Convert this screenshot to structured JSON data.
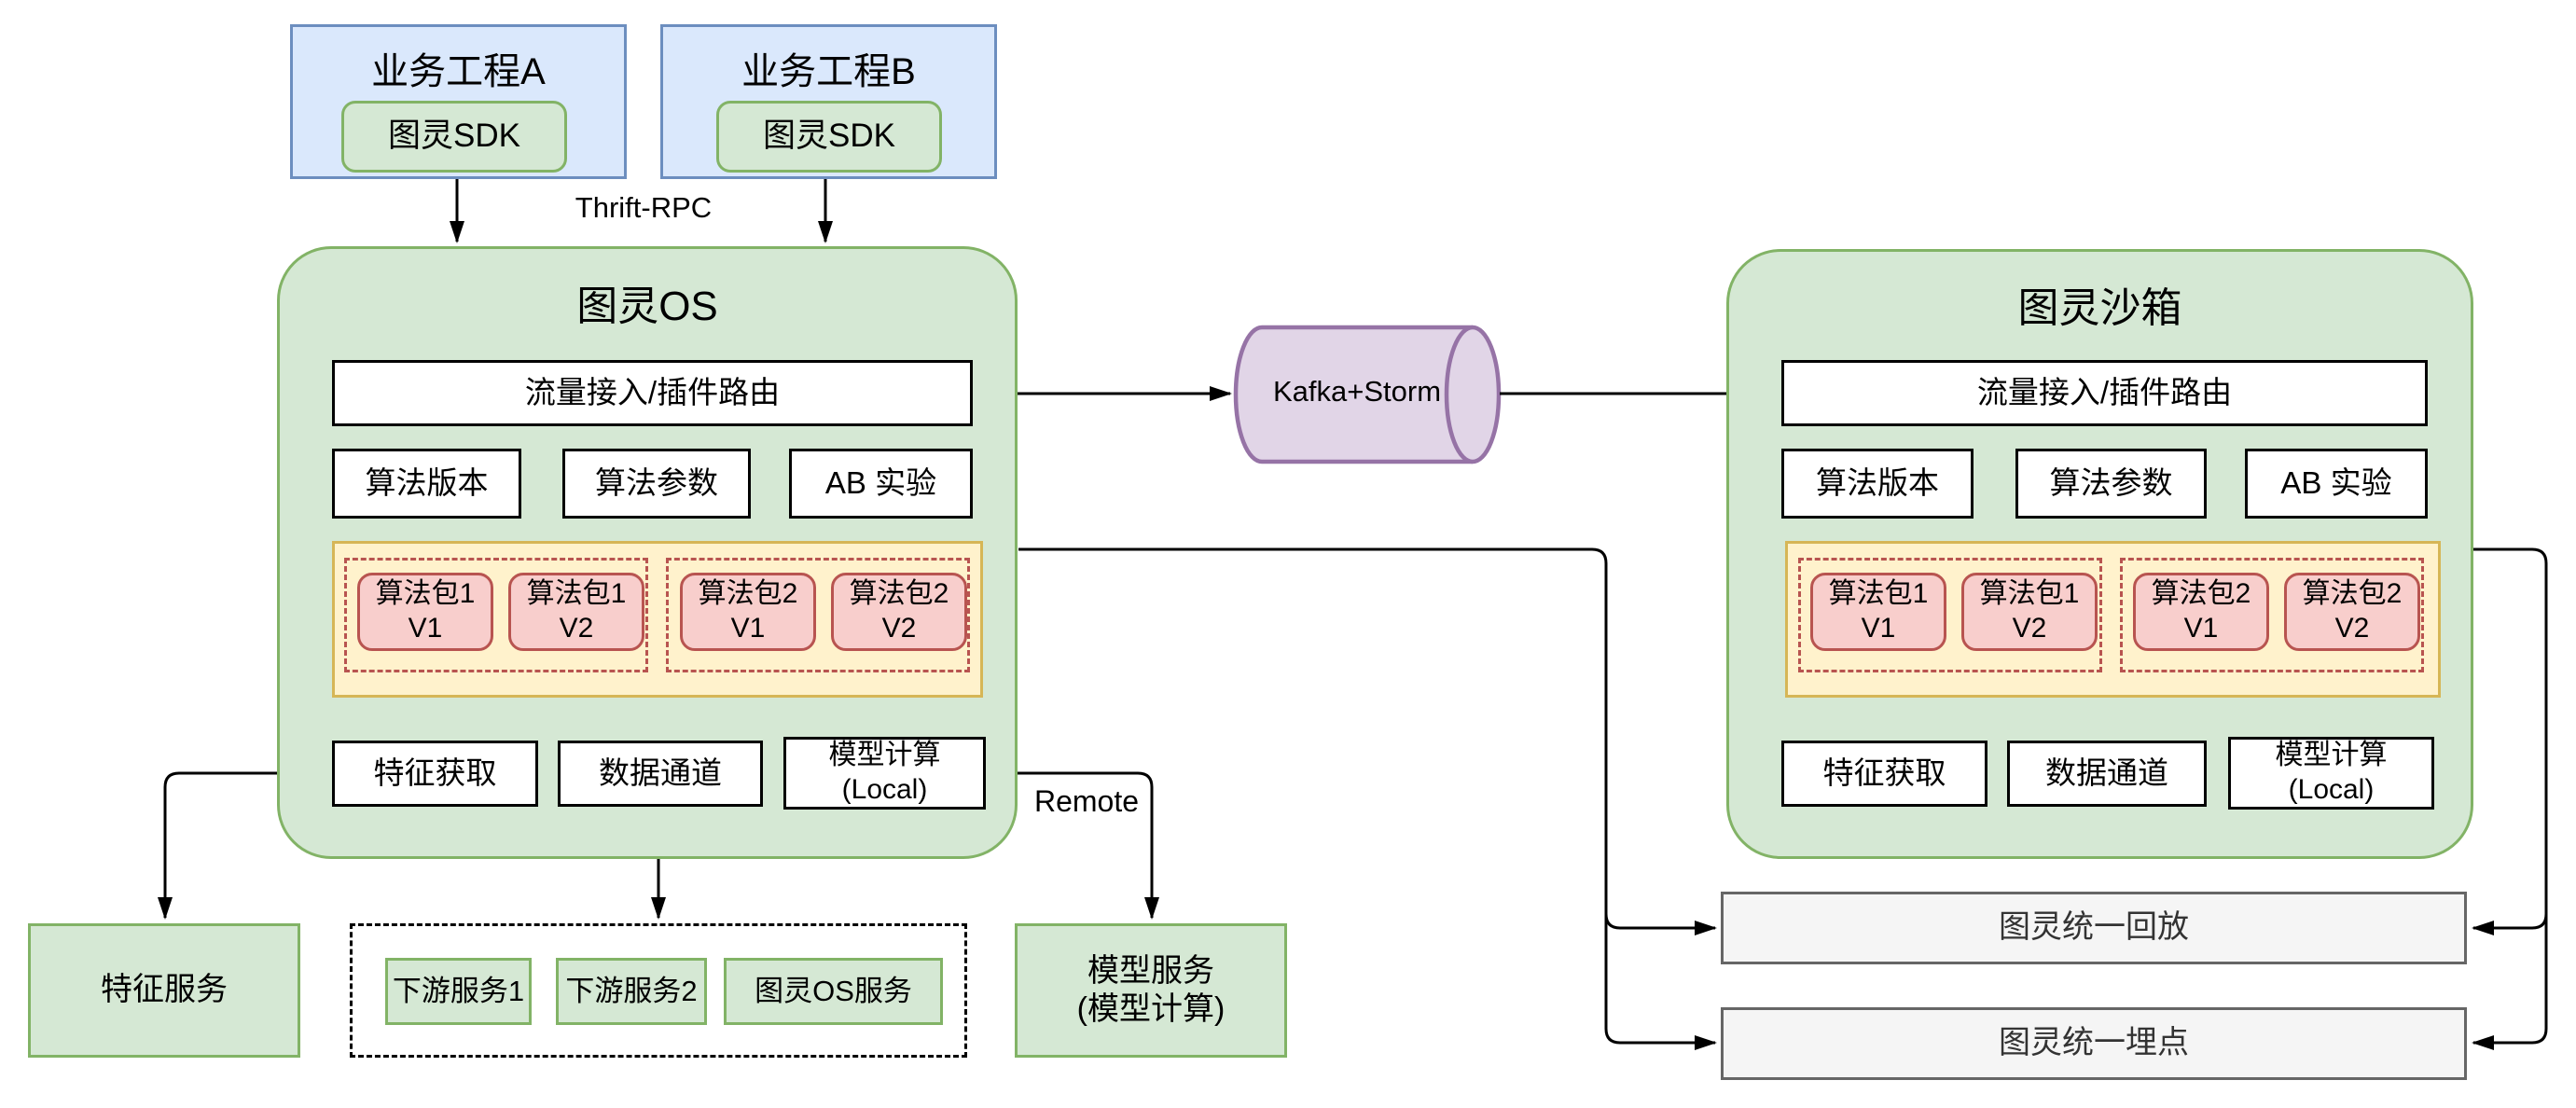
{
  "colors": {
    "blue_fill": "#dae8fc",
    "blue_stroke": "#6c8ebf",
    "green_fill": "#d5e8d4",
    "green_stroke": "#82b366",
    "yellow_fill": "#fff2cc",
    "yellow_stroke": "#d6b656",
    "pink_fill": "#f8cecc",
    "pink_stroke": "#b85450",
    "purple_fill": "#e1d5e7",
    "purple_stroke": "#9673a6",
    "gray_fill": "#f5f5f5",
    "gray_stroke": "#666666",
    "line": "#000000"
  },
  "clients": {
    "project_a_title": "业务工程A",
    "project_b_title": "业务工程B",
    "sdk_label": "图灵SDK"
  },
  "labels": {
    "thrift_rpc": "Thrift-RPC",
    "remote": "Remote"
  },
  "kafka_label": "Kafka+Storm",
  "turing_os": {
    "title": "图灵OS"
  },
  "sandbox": {
    "title": "图灵沙箱"
  },
  "engine": {
    "traffic": "流量接入/插件路由",
    "algo_version": "算法版本",
    "algo_params": "算法参数",
    "ab_test": "AB 实验",
    "packages": [
      {
        "name": "算法包1",
        "version": "V1"
      },
      {
        "name": "算法包1",
        "version": "V2"
      },
      {
        "name": "算法包2",
        "version": "V1"
      },
      {
        "name": "算法包2",
        "version": "V2"
      }
    ],
    "feature_fetch": "特征获取",
    "data_channel": "数据通道",
    "model_compute": "模型计算",
    "model_compute_mode": "(Local)"
  },
  "services": {
    "feature_service": "特征服务",
    "downstream": [
      "下游服务1",
      "下游服务2",
      "图灵OS服务"
    ],
    "model_service": "模型服务",
    "model_service_sub": "(模型计算)",
    "replay": "图灵统一回放",
    "tracking": "图灵统一埋点"
  }
}
